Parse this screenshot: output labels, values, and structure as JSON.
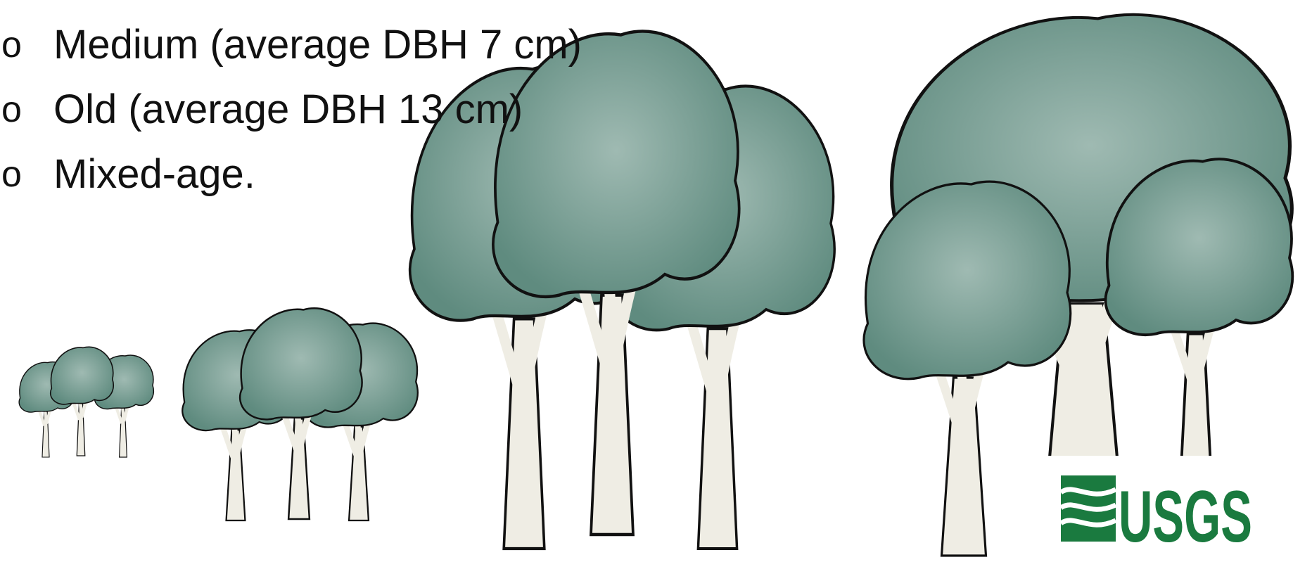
{
  "bullets": [
    {
      "marker": "o",
      "text": "Medium (average DBH 7 cm)"
    },
    {
      "marker": "o",
      "text": "Old (average DBH 13 cm)"
    },
    {
      "marker": "o",
      "text": "Mixed-age."
    }
  ],
  "logo": {
    "text": "USGS",
    "color": "#1a7a3f"
  },
  "colors": {
    "canopy_light": "#9fbab2",
    "canopy_dark": "#5f8b7f",
    "trunk": "#efede4",
    "outline": "#111111"
  }
}
